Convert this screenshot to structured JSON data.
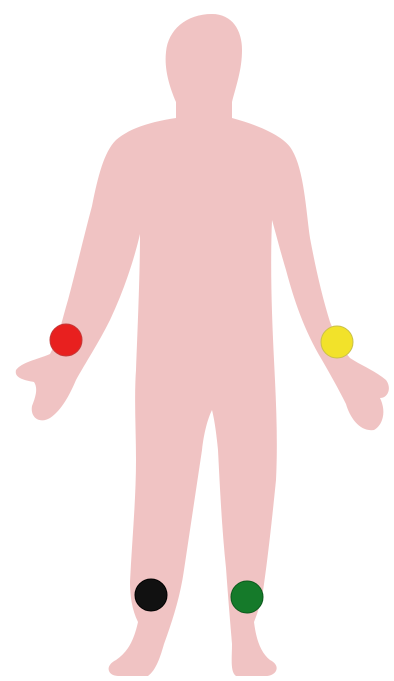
{
  "figure": {
    "body_color": "#f0c3c3",
    "background_color": "#ffffff",
    "electrodes": [
      {
        "id": "right-arm",
        "color": "#e8201f"
      },
      {
        "id": "left-arm",
        "color": "#f2e22a"
      },
      {
        "id": "right-leg",
        "color": "#111111"
      },
      {
        "id": "left-leg",
        "color": "#157a2a"
      }
    ]
  }
}
